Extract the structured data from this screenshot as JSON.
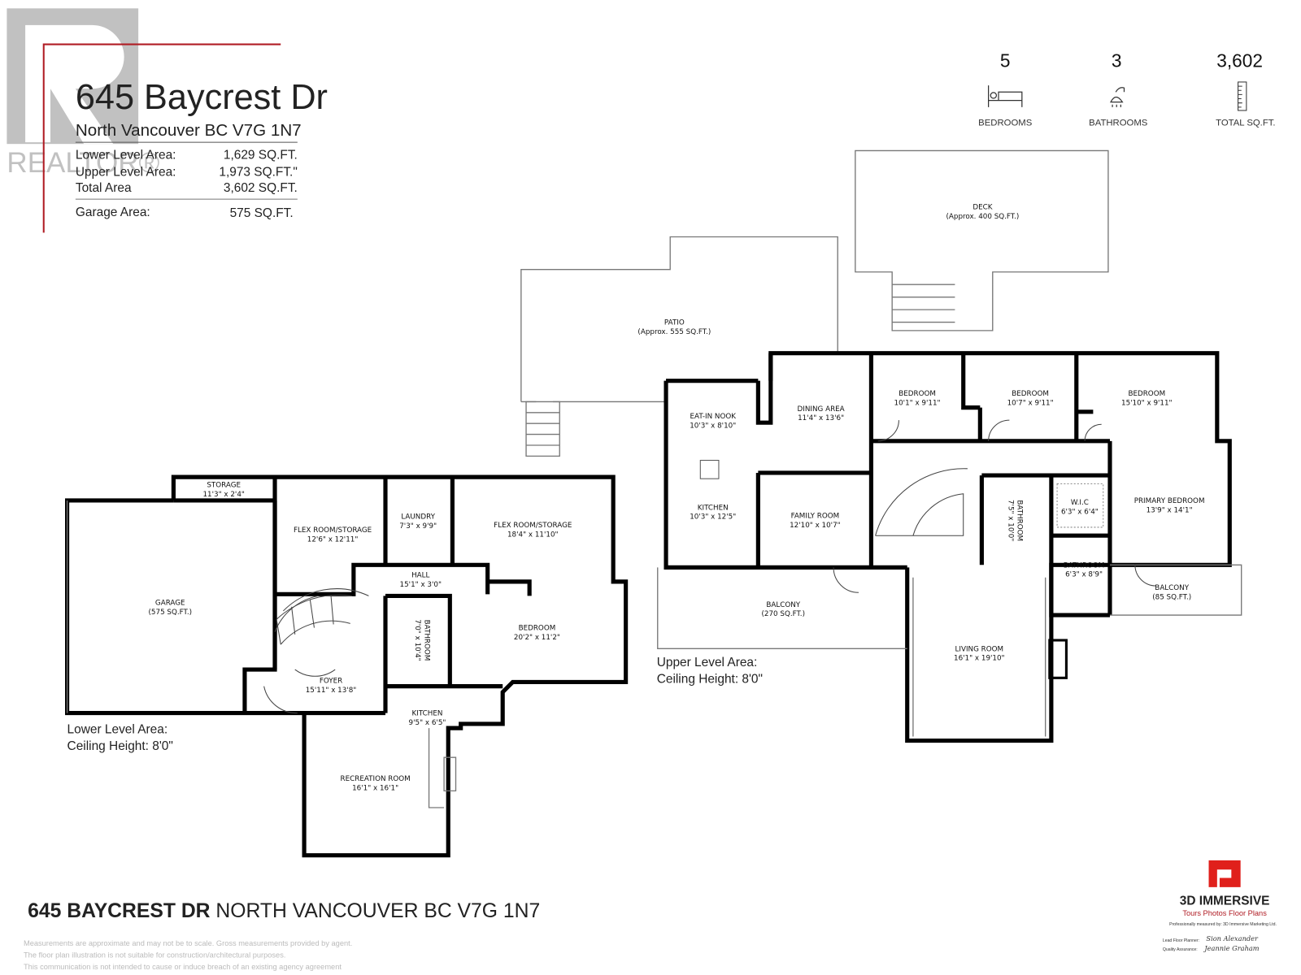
{
  "header": {
    "title": "645 Baycrest Dr",
    "subtitle": "North Vancouver BC  V7G 1N7",
    "areas": [
      {
        "label": "Lower Level Area:",
        "value": "1,629 SQ.FT."
      },
      {
        "label": "Upper Level Area:",
        "value": "1,973 SQ.FT.\""
      },
      {
        "label": "Total Area",
        "value": "3,602 SQ.FT."
      }
    ],
    "garage": {
      "label": "Garage Area:",
      "value": "575 SQ.FT."
    },
    "watermark": "REALTOR®"
  },
  "stats": [
    {
      "value": "5",
      "label": "BEDROOMS",
      "icon": "bed-icon"
    },
    {
      "value": "3",
      "label": "BATHROOMS",
      "icon": "shower-icon"
    },
    {
      "value": "3,602",
      "label": "TOTAL SQ.FT.",
      "icon": "ruler-icon"
    }
  ],
  "lower": {
    "caption1": "Lower Level Area:",
    "caption2": "Ceiling Height: 8'0\"",
    "rooms": [
      {
        "name": "GARAGE",
        "size": "(575 SQ.FT.)"
      },
      {
        "name": "STORAGE",
        "size": "11'3\" x 2'4\""
      },
      {
        "name": "FLEX ROOM/STORAGE",
        "size": "12'6\" x 12'11\""
      },
      {
        "name": "LAUNDRY",
        "size": "7'3\" x 9'9\""
      },
      {
        "name": "FLEX ROOM/STORAGE",
        "size": "18'4\" x 11'10\""
      },
      {
        "name": "HALL",
        "size": "15'1\" x 3'0\""
      },
      {
        "name": "BATHROOM",
        "size": "7'0\" x 10'4\""
      },
      {
        "name": "BEDROOM",
        "size": "20'2\" x 11'2\""
      },
      {
        "name": "FOYER",
        "size": "15'11\" x 13'8\""
      },
      {
        "name": "KITCHEN",
        "size": "9'5\" x 6'5\""
      },
      {
        "name": "RECREATION ROOM",
        "size": "16'1\" x 16'1\""
      }
    ]
  },
  "upper": {
    "caption1": "Upper Level Area:",
    "caption2": "Ceiling Height: 8'0\"",
    "rooms": [
      {
        "name": "DECK",
        "size": "(Approx. 400 SQ.FT.)"
      },
      {
        "name": "PATIO",
        "size": "(Approx. 555 SQ.FT.)"
      },
      {
        "name": "EAT-IN NOOK",
        "size": "10'3\" x 8'10\""
      },
      {
        "name": "DINING AREA",
        "size": "11'4\" x 13'6\""
      },
      {
        "name": "BEDROOM",
        "size": "10'1\" x 9'11\""
      },
      {
        "name": "BEDROOM",
        "size": "10'7\" x 9'11\""
      },
      {
        "name": "BEDROOM",
        "size": "15'10\" x 9'11\""
      },
      {
        "name": "KITCHEN",
        "size": "10'3\" x 12'5\""
      },
      {
        "name": "FAMILY ROOM",
        "size": "12'10\" x 10'7\""
      },
      {
        "name": "BATHROOM",
        "size": "7'5\" x 10'0\""
      },
      {
        "name": "W.I.C",
        "size": "6'3\" x 6'4\""
      },
      {
        "name": "PRIMARY BEDROOM",
        "size": "13'9\" x 14'1\""
      },
      {
        "name": "BATHROOM",
        "size": "6'3\" x 8'9\""
      },
      {
        "name": "BALCONY",
        "size": "(85 SQ.FT.)"
      },
      {
        "name": "BALCONY",
        "size": "(270 SQ.FT.)"
      },
      {
        "name": "LIVING ROOM",
        "size": "16'1\" x 19'10\""
      }
    ]
  },
  "footer": {
    "address_bold": "645 BAYCREST DR",
    "address_rest": " NORTH VANCOUVER BC V7G 1N7",
    "disclaimer": [
      "Measurements are approximate and may not be to scale. Gross measurements provided by agent.",
      "The floor plan illustration is not suitable for construction/architectural purposes.",
      "This communication is not intended to cause or induce breach of an existing agency agreement"
    ]
  },
  "brand": {
    "name": "3D IMMERSIVE",
    "tagline": "Tours  Photos  Floor Plans",
    "measured_by": "Professionally measured by: 3D Immersive Marketing Ltd.",
    "lead_label": "Lead Floor Planner:",
    "lead_sig": "Sion Alexander",
    "qa_label": "Quality Assurance:",
    "qa_sig": "Jeannie Graham",
    "red": "#e0201b"
  },
  "colors": {
    "accent_line": "#b01c24",
    "watermark": "#a0a0a0"
  }
}
